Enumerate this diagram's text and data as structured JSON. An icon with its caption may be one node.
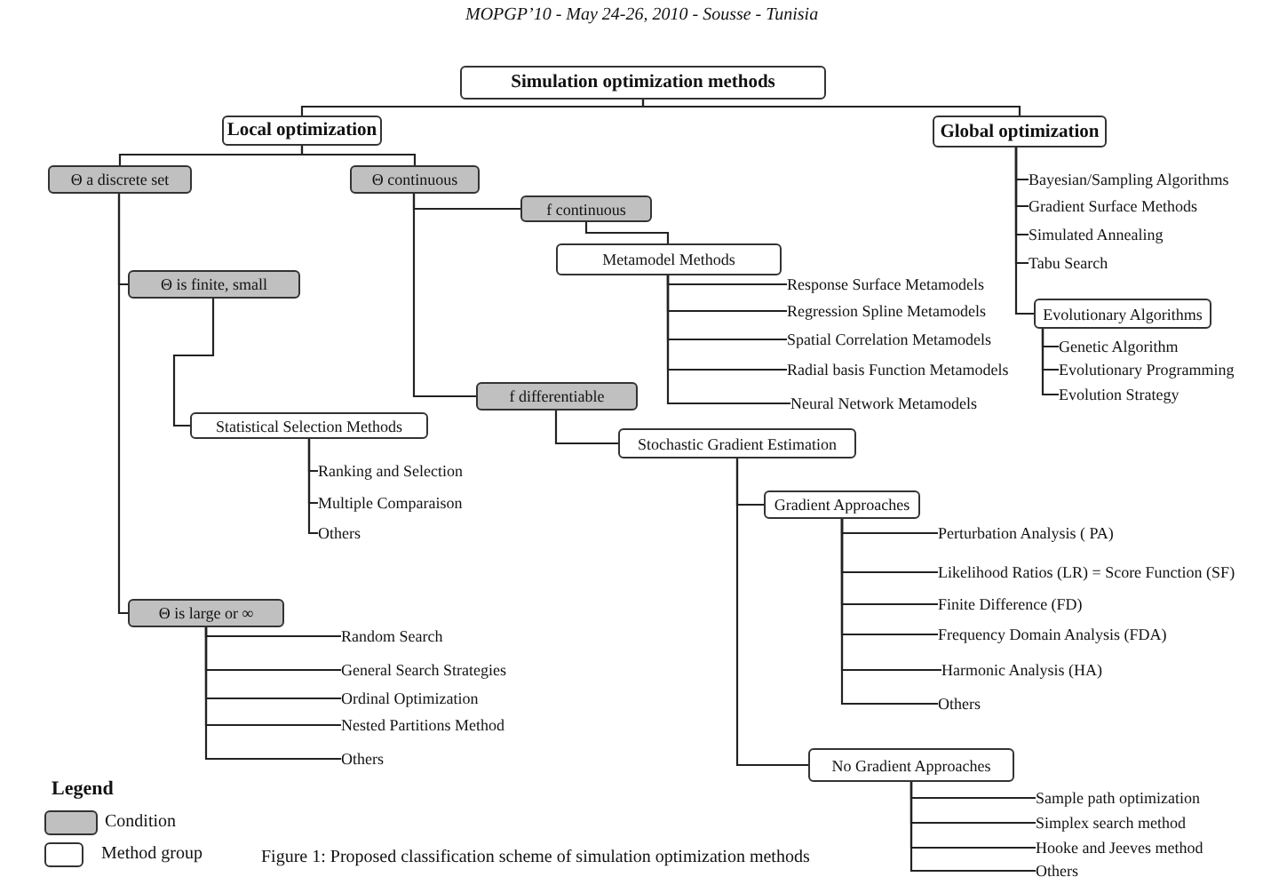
{
  "diagram": {
    "caption": "Figure 1: Proposed classification scheme of simulation optimization methods",
    "nodes": [
      {
        "text": [
          "Simulation optimization methods"
        ]
      },
      {
        "text": [
          "Local optimization"
        ]
      },
      {
        "text": [
          "Global optimization"
        ]
      },
      {
        "text": [
          "Θ a discrete set"
        ]
      },
      {
        "text": [
          "Θ continuous"
        ]
      },
      {
        "text": [
          "f continuous"
        ]
      },
      {
        "text": [
          "Metamodel Methods"
        ]
      },
      {
        "text": [
          "Response Surface Metamodels"
        ]
      },
      {
        "text": [
          "Regression Spline Metamodels"
        ]
      },
      {
        "text": [
          "Spatial Correlation Metamodels"
        ]
      },
      {
        "text": [
          "Radial basis Function Metamodels"
        ]
      },
      {
        "text": [
          "Neural Network Metamodels"
        ]
      },
      {
        "text": [
          "Bayesian/Sampling Algorithms"
        ]
      },
      {
        "text": [
          "Gradient Surface Methods"
        ]
      },
      {
        "text": [
          "Simulated Annealing"
        ]
      },
      {
        "text": [
          "Tabu Search"
        ]
      },
      {
        "text": [
          "Evolutionary Algorithms"
        ]
      },
      {
        "text": [
          "Genetic Algorithm"
        ]
      },
      {
        "text": [
          "Evolutionary Programming"
        ]
      },
      {
        "text": [
          "Evolution Strategy"
        ]
      },
      {
        "text": [
          "Θ is finite, small"
        ]
      },
      {
        "text": [
          "Statistical Selection Methods"
        ]
      },
      {
        "text": [
          "Ranking and Selection"
        ]
      },
      {
        "text": [
          "Multiple Comparaison"
        ]
      },
      {
        "text": [
          "Others"
        ]
      },
      {
        "text": [
          "f differentiable"
        ]
      },
      {
        "text": [
          "Stochastic Gradient Estimation"
        ]
      },
      {
        "text": [
          "Gradient Approaches"
        ]
      },
      {
        "text": [
          "Perturbation Analysis ( PA)"
        ]
      },
      {
        "text": [
          "Likelihood Ratios (LR) = Score Function (SF)"
        ]
      },
      {
        "text": [
          "Finite Difference (FD)"
        ]
      },
      {
        "text": [
          "Frequency Domain Analysis (FDA)"
        ]
      },
      {
        "text": [
          "Harmonic Analysis (HA)"
        ]
      },
      {
        "text": [
          "Others"
        ]
      },
      {
        "text": [
          "No Gradient Approaches"
        ]
      },
      {
        "text": [
          "Sample path optimization"
        ]
      },
      {
        "text": [
          "Simplex search method"
        ]
      },
      {
        "text": [
          "Hooke and Jeeves method"
        ]
      },
      {
        "text": [
          "Others"
        ]
      },
      {
        "text": [
          "Θ is large or ∞"
        ]
      },
      {
        "text": [
          "Random Search"
        ]
      },
      {
        "text": [
          "General Search Strategies"
        ]
      },
      {
        "text": [
          "Ordinal Optimization"
        ]
      },
      {
        "text": [
          "Nested Partitions Method"
        ]
      },
      {
        "text": [
          "Others"
        ]
      }
    ],
    "edges": [
      {
        "from": 0,
        "to": 1,
        "arrow": "none"
      },
      {
        "from": 0,
        "to": 2,
        "arrow": "none"
      },
      {
        "from": 1,
        "to": 3,
        "arrow": "none"
      },
      {
        "from": 1,
        "to": 4,
        "arrow": "none"
      },
      {
        "from": 4,
        "to": 5,
        "arrow": "none"
      },
      {
        "from": 5,
        "to": 6,
        "arrow": "none"
      },
      {
        "from": 6,
        "to": 7,
        "arrow": "none"
      },
      {
        "from": 6,
        "to": 8,
        "arrow": "none"
      },
      {
        "from": 6,
        "to": 9,
        "arrow": "none"
      },
      {
        "from": 6,
        "to": 10,
        "arrow": "none"
      },
      {
        "from": 6,
        "to": 11,
        "arrow": "none"
      },
      {
        "from": 2,
        "to": 12,
        "arrow": "none"
      },
      {
        "from": 2,
        "to": 13,
        "arrow": "none"
      },
      {
        "from": 2,
        "to": 14,
        "arrow": "none"
      },
      {
        "from": 2,
        "to": 15,
        "arrow": "none"
      },
      {
        "from": 2,
        "to": 16,
        "arrow": "none"
      },
      {
        "from": 16,
        "to": 17,
        "arrow": "none"
      },
      {
        "from": 16,
        "to": 18,
        "arrow": "none"
      },
      {
        "from": 16,
        "to": 19,
        "arrow": "none"
      },
      {
        "from": 3,
        "to": 20,
        "arrow": "none"
      },
      {
        "from": 20,
        "to": 21,
        "arrow": "none"
      },
      {
        "from": 21,
        "to": 22,
        "arrow": "none"
      },
      {
        "from": 21,
        "to": 23,
        "arrow": "none"
      },
      {
        "from": 21,
        "to": 24,
        "arrow": "none"
      },
      {
        "from": 4,
        "to": 25,
        "arrow": "none"
      },
      {
        "from": 25,
        "to": 26,
        "arrow": "none"
      },
      {
        "from": 26,
        "to": 27,
        "arrow": "none"
      },
      {
        "from": 27,
        "to": 28,
        "arrow": "none"
      },
      {
        "from": 27,
        "to": 29,
        "arrow": "none"
      },
      {
        "from": 27,
        "to": 30,
        "arrow": "none"
      },
      {
        "from": 27,
        "to": 31,
        "arrow": "none"
      },
      {
        "from": 27,
        "to": 32,
        "arrow": "none"
      },
      {
        "from": 27,
        "to": 33,
        "arrow": "none"
      },
      {
        "from": 26,
        "to": 34,
        "arrow": "none"
      },
      {
        "from": 34,
        "to": 35,
        "arrow": "none"
      },
      {
        "from": 34,
        "to": 36,
        "arrow": "none"
      },
      {
        "from": 34,
        "to": 37,
        "arrow": "none"
      },
      {
        "from": 34,
        "to": 38,
        "arrow": "none"
      },
      {
        "from": 3,
        "to": 39,
        "arrow": "none"
      },
      {
        "from": 39,
        "to": 40,
        "arrow": "none"
      },
      {
        "from": 39,
        "to": 41,
        "arrow": "none"
      },
      {
        "from": 39,
        "to": 42,
        "arrow": "none"
      },
      {
        "from": 39,
        "to": 43,
        "arrow": "none"
      },
      {
        "from": 39,
        "to": 44,
        "arrow": "none"
      }
    ],
    "labels": [
      "MOPGP’10 - May 24-26, 2010 - Sousse - Tunisia",
      "Legend"
    ],
    "legend": [
      {
        "text": "Condition",
        "color": "#c0c0c0"
      },
      {
        "text": "Method group",
        "color": "#ffffff"
      }
    ]
  }
}
